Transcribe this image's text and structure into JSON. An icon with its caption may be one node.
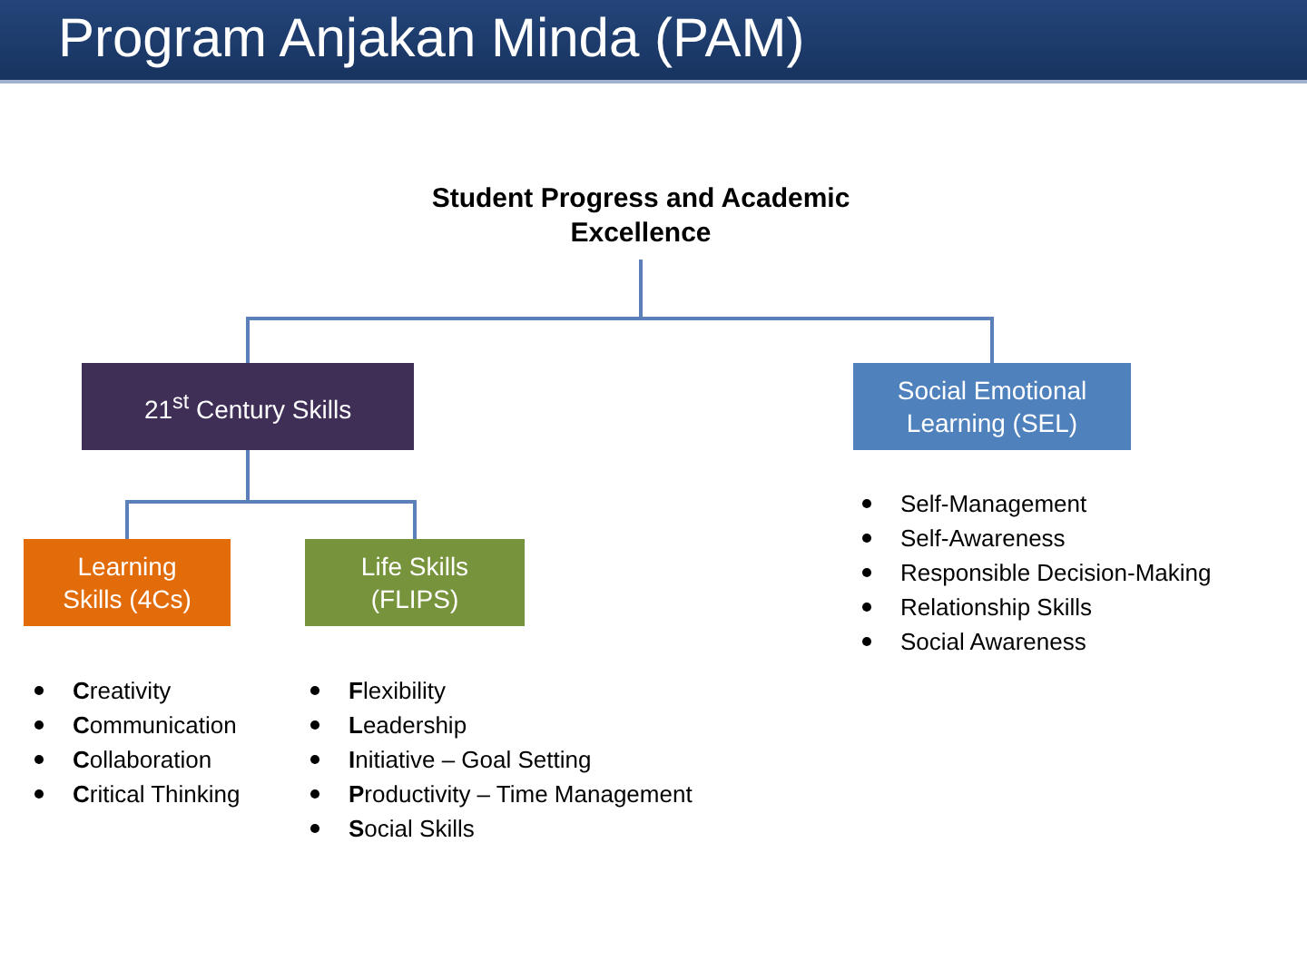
{
  "diagram": {
    "title": "Program Anjakan Minda (PAM)",
    "nodes": [
      {
        "text": [
          "Student Progress and Academic Excellence"
        ]
      },
      {
        "text": [
          "21$^{st}$ Century Skills"
        ]
      },
      {
        "text": [
          "Social Emotional Learning (SEL)"
        ],
        "beside": [
          "Self-Management",
          "Self-Awareness",
          "Responsible Decision-Making",
          "Relationship Skills",
          "Social Awareness"
        ]
      },
      {
        "text": [
          "Learning Skills (4Cs)"
        ],
        "beside": [
          "**C**reativity",
          "**C**ommunication",
          "**C**ollaboration",
          "**C**ritical Thinking"
        ]
      },
      {
        "text": [
          "Life Skills (FLIPS)"
        ],
        "beside": [
          "**F**lexibility",
          "**L**eadership",
          "**I**nitiative – Goal Setting",
          "**P**roductivity – Time Management",
          "**S**ocial Skills"
        ]
      }
    ],
    "edges": [
      {
        "from": 0,
        "to": 1,
        "arrow": "none"
      },
      {
        "from": 0,
        "to": 2,
        "arrow": "none"
      },
      {
        "from": 1,
        "to": 3,
        "arrow": "none"
      },
      {
        "from": 1,
        "to": 4,
        "arrow": "none"
      }
    ]
  }
}
